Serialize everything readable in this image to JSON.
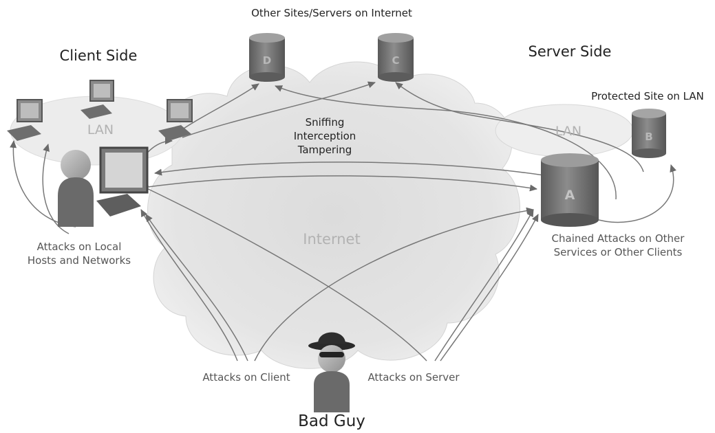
{
  "labels": {
    "other_sites": "Other Sites/Servers on Internet",
    "client_side": "Client Side",
    "server_side": "Server Side",
    "protected_site": "Protected Site on LAN",
    "lan_left": "LAN",
    "lan_right": "LAN",
    "internet": "Internet",
    "sniff_1": "Sniffing",
    "sniff_2": "Interception",
    "sniff_3": "Tampering",
    "attacks_local_1": "Attacks on Local",
    "attacks_local_2": "Hosts and Networks",
    "chained_1": "Chained Attacks on Other",
    "chained_2": "Services or Other Clients",
    "attacks_client": "Attacks on Client",
    "attacks_server": "Attacks on Server",
    "bad_guy": "Bad Guy"
  },
  "servers": {
    "d": "D",
    "c": "C",
    "b": "B",
    "a": "A"
  },
  "colors": {
    "cloud": "#e6e6e6",
    "lan": "#ededed",
    "server": "#7a7a7a",
    "arrow": "#777777",
    "text": "#222222",
    "faded_text": "#b0b0b0"
  }
}
